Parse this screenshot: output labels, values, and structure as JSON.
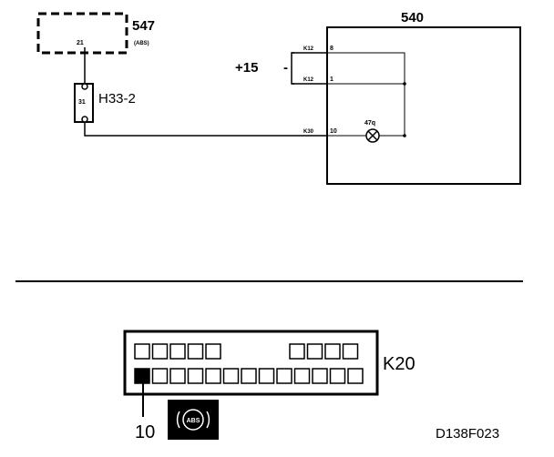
{
  "upper": {
    "abs_unit": {
      "number": "547",
      "sub": "(ABS)",
      "pin": "21"
    },
    "connector": {
      "name": "H33-2",
      "pin": "31"
    },
    "supply": {
      "label": "+15",
      "dash": "-"
    },
    "cluster": {
      "number": "540",
      "pins": [
        "8",
        "1",
        "10"
      ],
      "wires": [
        "K12",
        "K12",
        "K30"
      ],
      "lamp": "47q"
    }
  },
  "lower": {
    "connector_name": "K20",
    "pin_callout": "10",
    "warning_icon": {
      "name": "abs-warning-icon",
      "text": "ABS"
    },
    "figure_id": "D138F023"
  }
}
